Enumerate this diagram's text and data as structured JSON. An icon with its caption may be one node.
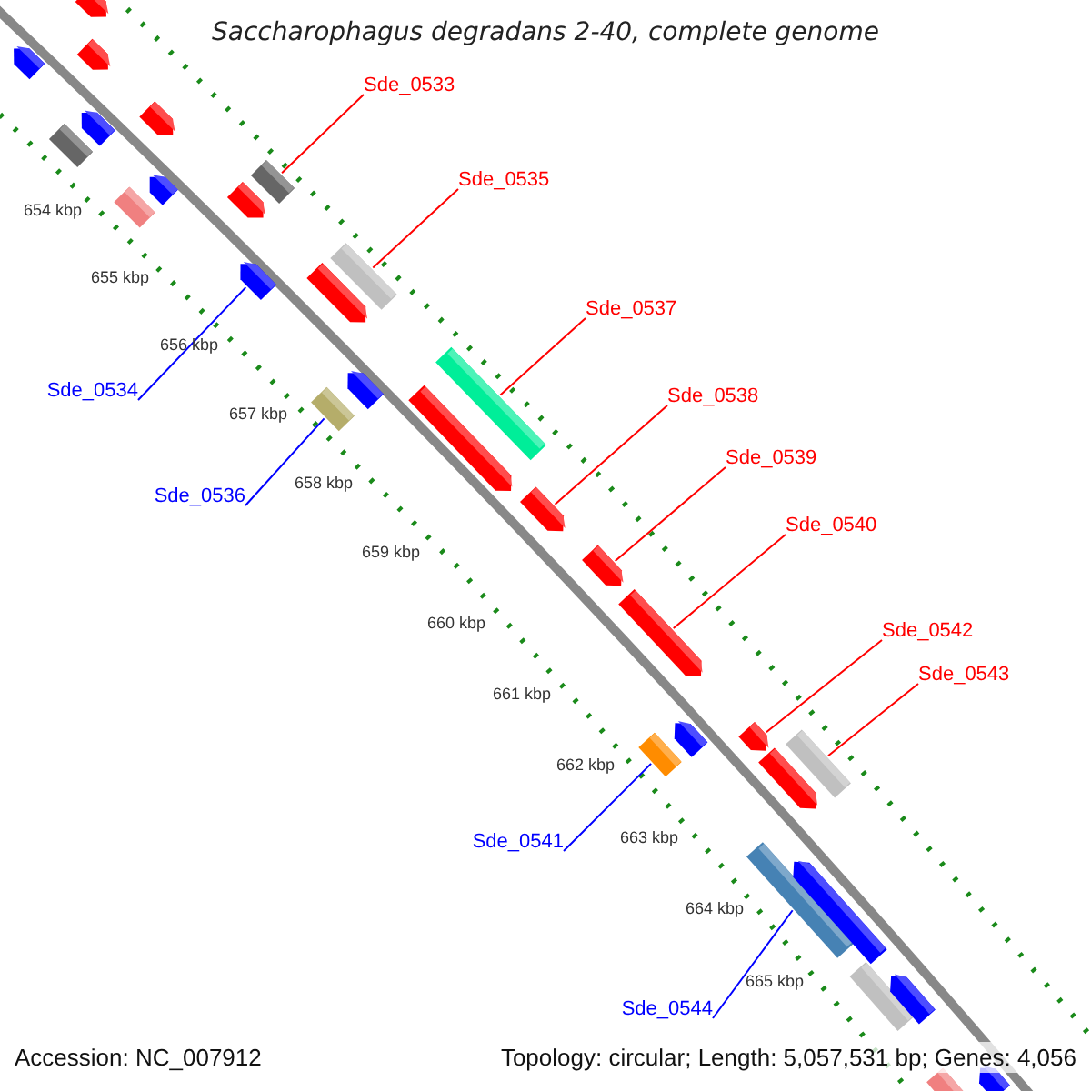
{
  "diagram": {
    "title": "Saccharophagus degradans 2-40, complete genome",
    "nodes": [
      {
        "text": [
          "Sde_0533"
        ]
      },
      {
        "text": [
          "Sde_0535"
        ]
      },
      {
        "text": [
          "Sde_0537"
        ]
      },
      {
        "text": [
          "Sde_0534"
        ]
      },
      {
        "text": [
          "Sde_0538"
        ]
      },
      {
        "text": [
          "Sde_0536"
        ]
      },
      {
        "text": [
          "Sde_0539"
        ]
      },
      {
        "text": [
          "Sde_0540"
        ]
      },
      {
        "text": [
          "Sde_0542"
        ]
      },
      {
        "text": [
          "Sde_0543"
        ]
      },
      {
        "text": [
          "Sde_0541"
        ]
      },
      {
        "text": [
          "Sde_0544"
        ]
      },
      {
        "text": [],
        "shape": "bar"
      },
      {
        "text": [],
        "shape": "bar"
      },
      {
        "text": [],
        "shape": "bar"
      },
      {
        "text": [],
        "shape": "bar"
      },
      {
        "text": [],
        "shape": "bar"
      },
      {
        "text": [],
        "shape": "bar"
      },
      {
        "text": [],
        "shape": "bar"
      },
      {
        "text": [],
        "shape": "bar"
      },
      {
        "text": [],
        "shape": "bar"
      },
      {
        "text": [],
        "shape": "bar"
      },
      {
        "text": [],
        "shape": "bar"
      },
      {
        "text": [],
        "shape": "bar"
      },
      {
        "text": [],
        "shape": "bar"
      },
      {
        "text": [],
        "shape": "bar"
      },
      {
        "text": [],
        "shape": "bar"
      },
      {
        "text": [],
        "shape": "bar"
      },
      {
        "text": [],
        "shape": "bar"
      },
      {
        "text": [],
        "shape": "bar"
      },
      {
        "text": [],
        "shape": "bar"
      },
      {
        "text": [],
        "shape": "bar"
      },
      {
        "text": [],
        "shape": "bar"
      },
      {
        "text": [],
        "shape": "bar"
      },
      {
        "text": [],
        "shape": "bar"
      },
      {
        "text": [],
        "shape": "bar"
      },
      {
        "text": [],
        "shape": "bar"
      },
      {
        "text": [],
        "shape": "bar"
      },
      {
        "text": [],
        "shape": "bar"
      },
      {
        "text": [],
        "shape": "bar"
      },
      {
        "text": [],
        "shape": "bar"
      },
      {
        "text": [],
        "shape": "bar"
      },
      {
        "text": [],
        "shape": "bar"
      }
    ],
    "edges": [
      {
        "from": 0,
        "to": 18,
        "arrow": "none",
        "color": "#ff0000"
      },
      {
        "from": 1,
        "to": 22,
        "arrow": "none",
        "color": "#ff0000"
      },
      {
        "from": 2,
        "to": 26,
        "arrow": "none",
        "color": "#ff0000"
      },
      {
        "from": 3,
        "to": 23,
        "arrow": "none",
        "color": "#0000ff"
      },
      {
        "from": 4,
        "to": 29,
        "arrow": "none",
        "color": "#ff0000"
      },
      {
        "from": 5,
        "to": 27,
        "arrow": "none",
        "color": "#0000ff"
      },
      {
        "from": 6,
        "to": 30,
        "arrow": "none",
        "color": "#ff0000"
      },
      {
        "from": 7,
        "to": 31,
        "arrow": "none",
        "color": "#ff0000"
      },
      {
        "from": 8,
        "to": 33,
        "arrow": "none",
        "color": "#ff0000"
      },
      {
        "from": 9,
        "to": 35,
        "arrow": "none",
        "color": "#ff0000"
      },
      {
        "from": 10,
        "to": 34,
        "arrow": "none",
        "color": "#0000ff"
      },
      {
        "from": 11,
        "to": 37,
        "arrow": "none",
        "color": "#0000ff"
      }
    ],
    "labels": [
      "654 kbp",
      "655 kbp",
      "656 kbp",
      "657 kbp",
      "658 kbp",
      "659 kbp",
      "660 kbp",
      "661 kbp",
      "662 kbp",
      "663 kbp",
      "664 kbp",
      "665 kbp",
      "Accession: NC_007912",
      "Topology: circular; Length: 5,057,531 bp; Genes: 4,056"
    ]
  }
}
